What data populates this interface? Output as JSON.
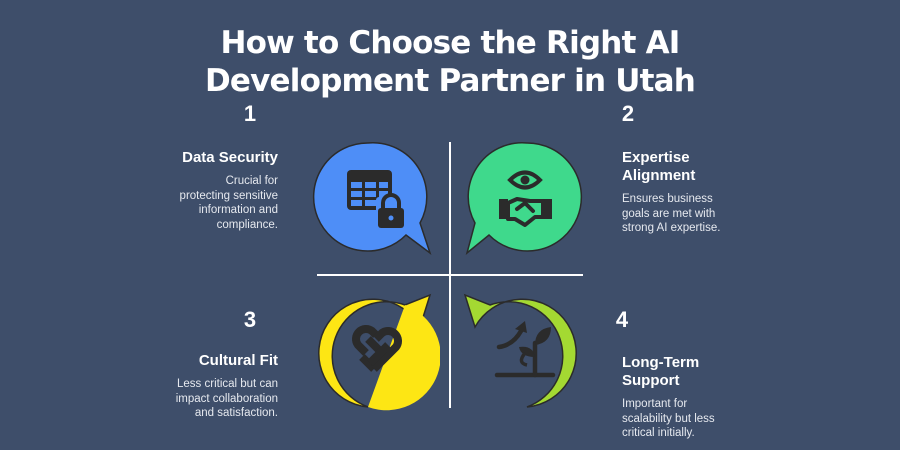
{
  "title": {
    "line1": "How to Choose the Right AI",
    "line2": "Development Partner in Utah"
  },
  "quadrants": [
    {
      "number": "1",
      "heading": "Data Security",
      "body_lines": [
        "Crucial for",
        "protecting sensitive",
        "information and",
        "compliance."
      ],
      "icon": "table-lock-icon",
      "color": "#4e8ef7"
    },
    {
      "number": "2",
      "heading_lines": [
        "Expertise",
        "Alignment"
      ],
      "body_lines": [
        "Ensures business",
        "goals are met with",
        "strong AI expertise."
      ],
      "icon": "eye-handshake-icon",
      "color": "#3fd98c"
    },
    {
      "number": "3",
      "heading": "Cultural Fit",
      "body_lines": [
        "Less critical but can",
        "impact collaboration",
        "and satisfaction."
      ],
      "icon": "woven-heart-icon",
      "color": "#fde614"
    },
    {
      "number": "4",
      "heading_lines": [
        "Long-Term",
        "Support"
      ],
      "body_lines": [
        "Important for",
        "scalability but less",
        "critical initially."
      ],
      "icon": "growth-sprout-icon",
      "color": "#a4d932"
    }
  ],
  "colors": {
    "background": "#3e4e6a",
    "divider": "#ffffff",
    "icon_stroke": "#2b2b2b"
  }
}
